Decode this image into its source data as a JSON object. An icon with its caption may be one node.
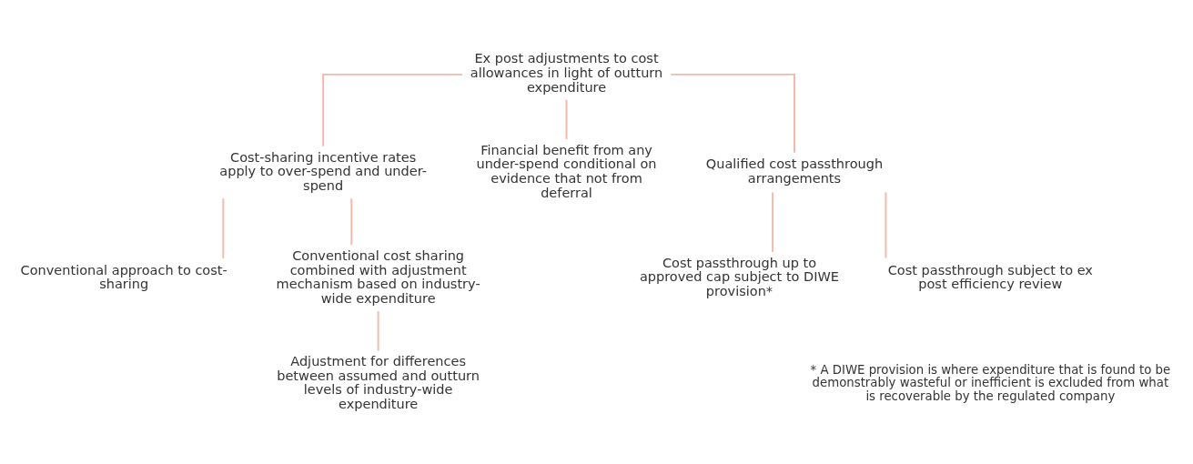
{
  "diagram": {
    "nodes": [
      {
        "text": [
          "Ex post adjustments to cost allowances in light of outturn expenditure"
        ]
      },
      {
        "text": [
          "Cost-sharing incentive rates apply to over-spend and under-spend"
        ]
      },
      {
        "text": [
          "Financial benefit from any under-spend conditional on evidence that not from deferral"
        ]
      },
      {
        "text": [
          "Qualified cost passthrough arrangements"
        ]
      },
      {
        "text": [
          "Conventional approach to cost-sharing"
        ]
      },
      {
        "text": [
          "Conventional cost sharing combined with adjustment mechanism based on industry-wide expenditure"
        ]
      },
      {
        "text": [
          "Adjustment for differences between assumed and outturn levels of industry-wide expenditure"
        ]
      },
      {
        "text": [
          "Cost passthrough up to approved cap subject to DIWE provision*"
        ]
      },
      {
        "text": [
          "Cost passthrough subject to ex post efficiency review"
        ]
      }
    ],
    "edges": [
      {
        "from": 0,
        "to": 1,
        "arrow": "none"
      },
      {
        "from": 0,
        "to": 2,
        "arrow": "none"
      },
      {
        "from": 0,
        "to": 3,
        "arrow": "none"
      },
      {
        "from": 1,
        "to": 4,
        "arrow": "none"
      },
      {
        "from": 1,
        "to": 5,
        "arrow": "none"
      },
      {
        "from": 5,
        "to": 6,
        "arrow": "none"
      },
      {
        "from": 3,
        "to": 7,
        "arrow": "none"
      },
      {
        "from": 3,
        "to": 8,
        "arrow": "none"
      }
    ],
    "labels": [
      "* A DIWE provision is where expenditure that is found to be demonstrably wasteful or inefficient is excluded from what is recoverable by the regulated company"
    ]
  }
}
